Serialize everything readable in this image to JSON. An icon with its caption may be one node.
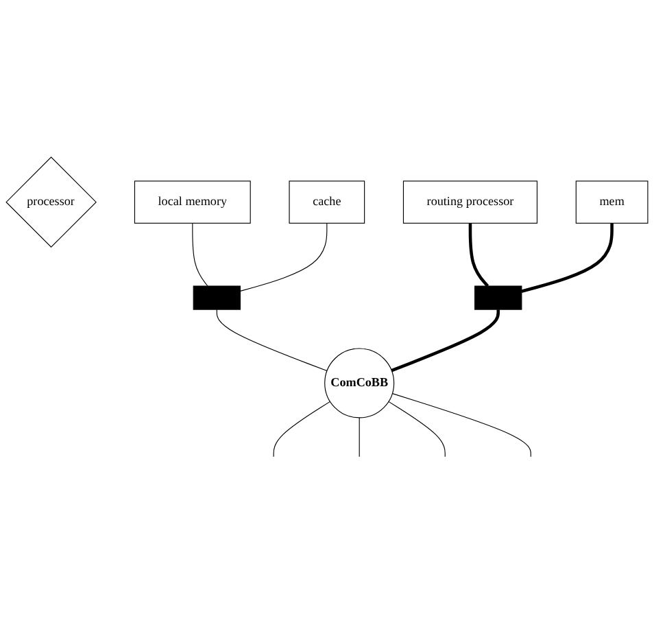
{
  "diagram": {
    "nodes": [
      {
        "text": [
          "processor"
        ]
      },
      {
        "text": [
          "local memory"
        ]
      },
      {
        "text": [
          "cache"
        ]
      },
      {
        "text": [],
        "shape": "bar"
      },
      {
        "text": [
          "ComCoBB"
        ]
      },
      {
        "text": [
          "routing processor"
        ]
      },
      {
        "text": [
          "mem"
        ]
      },
      {
        "text": [],
        "shape": "bar"
      }
    ],
    "edges": [
      {
        "from": 1,
        "to": 3,
        "arrow": "none"
      },
      {
        "from": 2,
        "to": 3,
        "arrow": "none"
      },
      {
        "from": 3,
        "to": 4,
        "arrow": "none"
      },
      {
        "from": 5,
        "to": 7,
        "arrow": "none",
        "style": "thick"
      },
      {
        "from": 7,
        "to": 4,
        "arrow": "none",
        "style": "thick"
      },
      {
        "from": 6,
        "to": 7,
        "arrow": "none",
        "style": "thick"
      },
      {
        "from": 4,
        "to": null,
        "arrow": "none"
      },
      {
        "from": 4,
        "to": null,
        "arrow": "none"
      },
      {
        "from": 4,
        "to": null,
        "arrow": "none"
      },
      {
        "from": 4,
        "to": null,
        "arrow": "none"
      }
    ]
  }
}
